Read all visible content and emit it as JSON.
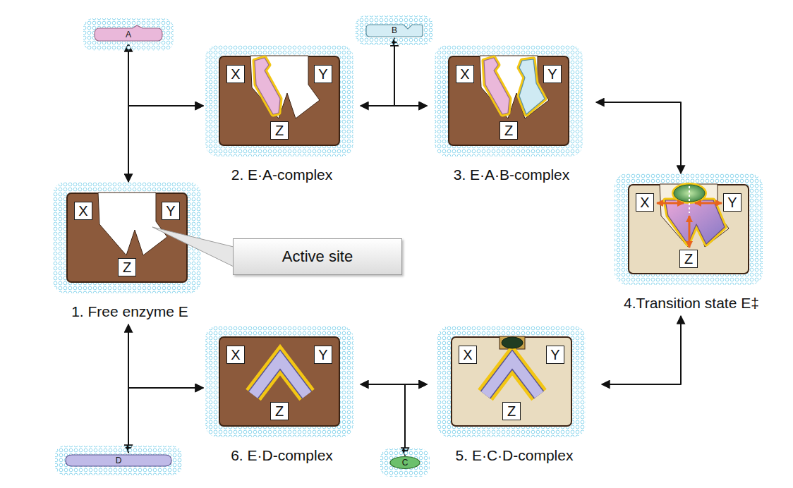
{
  "diagram": {
    "nodes": [
      {
        "text": [
          "A"
        ]
      },
      {
        "text": [
          "2. E·A-complex"
        ]
      },
      {
        "text": [
          "X"
        ],
        "in": 1
      },
      {
        "text": [
          "Y"
        ],
        "in": 1
      },
      {
        "text": [
          "Z"
        ],
        "in": 1
      },
      {
        "text": [
          "B"
        ]
      },
      {
        "text": [
          "3. E·A·B-complex"
        ]
      },
      {
        "text": [
          "X"
        ],
        "in": 6
      },
      {
        "text": [
          "Y"
        ],
        "in": 6
      },
      {
        "text": [
          "Z"
        ],
        "in": 6
      },
      {
        "text": [
          "1. Free enzyme E"
        ]
      },
      {
        "text": [
          "X"
        ],
        "in": 10
      },
      {
        "text": [
          "Y"
        ],
        "in": 10
      },
      {
        "text": [
          "Z"
        ],
        "in": 10
      },
      {
        "text": [
          "Active site"
        ]
      },
      {
        "text": [
          "4.Transition state E‡"
        ]
      },
      {
        "text": [
          "X"
        ],
        "in": 15
      },
      {
        "text": [
          "Y"
        ],
        "in": 15
      },
      {
        "text": [
          "Z"
        ],
        "in": 15
      },
      {
        "text": [
          "6. E·D-complex"
        ]
      },
      {
        "text": [
          "X"
        ],
        "in": 19
      },
      {
        "text": [
          "Y"
        ],
        "in": 19
      },
      {
        "text": [
          "Z"
        ],
        "in": 19
      },
      {
        "text": [
          "C"
        ]
      },
      {
        "text": [
          "5. E·C·D-complex"
        ]
      },
      {
        "text": [
          "X"
        ],
        "in": 24
      },
      {
        "text": [
          "Y"
        ],
        "in": 24
      },
      {
        "text": [
          "Z"
        ],
        "in": 24
      },
      {
        "text": [
          "D"
        ]
      }
    ],
    "edges": [
      {
        "from": 10,
        "to": 1,
        "arrow": "both"
      },
      {
        "from": 0,
        "to": 1,
        "arrow": "both"
      },
      {
        "from": 1,
        "to": 6,
        "arrow": "both"
      },
      {
        "from": 5,
        "to": 6,
        "arrow": "both"
      },
      {
        "from": 6,
        "to": 15,
        "arrow": "both"
      },
      {
        "from": 15,
        "to": 24,
        "arrow": "both"
      },
      {
        "from": 24,
        "to": 19,
        "arrow": "both"
      },
      {
        "from": 24,
        "to": 23,
        "arrow": "both"
      },
      {
        "from": 19,
        "to": 10,
        "arrow": "both"
      },
      {
        "from": 19,
        "to": 28,
        "arrow": "both"
      }
    ]
  }
}
